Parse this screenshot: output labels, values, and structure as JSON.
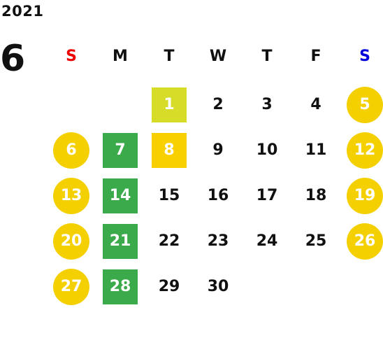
{
  "year": "2021",
  "month": "6",
  "colors": {
    "sunday_header": "#ee0000",
    "saturday_header": "#0000dd",
    "weekday_header": "#111111",
    "weekend_circle": "#f5d000",
    "green_square": "#3aaa4a",
    "lime_square": "#d6dc28",
    "orange_square": "#f8d000",
    "default_text": "#111111"
  },
  "weekdays": [
    {
      "label": "S",
      "color": "#ee0000"
    },
    {
      "label": "M",
      "color": "#111111"
    },
    {
      "label": "T",
      "color": "#111111"
    },
    {
      "label": "W",
      "color": "#111111"
    },
    {
      "label": "T",
      "color": "#111111"
    },
    {
      "label": "F",
      "color": "#111111"
    },
    {
      "label": "S",
      "color": "#0000dd"
    }
  ],
  "days": [
    {
      "day": "1",
      "row": 0,
      "col": 2,
      "style": "square",
      "color": "#d6dc28"
    },
    {
      "day": "2",
      "row": 0,
      "col": 3,
      "style": "plain"
    },
    {
      "day": "3",
      "row": 0,
      "col": 4,
      "style": "plain"
    },
    {
      "day": "4",
      "row": 0,
      "col": 5,
      "style": "plain"
    },
    {
      "day": "5",
      "row": 0,
      "col": 6,
      "style": "circle",
      "color": "#f5d000"
    },
    {
      "day": "6",
      "row": 1,
      "col": 0,
      "style": "circle",
      "color": "#f5d000"
    },
    {
      "day": "7",
      "row": 1,
      "col": 1,
      "style": "square",
      "color": "#3aaa4a"
    },
    {
      "day": "8",
      "row": 1,
      "col": 2,
      "style": "square",
      "color": "#f8d000"
    },
    {
      "day": "9",
      "row": 1,
      "col": 3,
      "style": "plain"
    },
    {
      "day": "10",
      "row": 1,
      "col": 4,
      "style": "plain"
    },
    {
      "day": "11",
      "row": 1,
      "col": 5,
      "style": "plain"
    },
    {
      "day": "12",
      "row": 1,
      "col": 6,
      "style": "circle",
      "color": "#f5d000"
    },
    {
      "day": "13",
      "row": 2,
      "col": 0,
      "style": "circle",
      "color": "#f5d000"
    },
    {
      "day": "14",
      "row": 2,
      "col": 1,
      "style": "square",
      "color": "#3aaa4a"
    },
    {
      "day": "15",
      "row": 2,
      "col": 2,
      "style": "plain"
    },
    {
      "day": "16",
      "row": 2,
      "col": 3,
      "style": "plain"
    },
    {
      "day": "17",
      "row": 2,
      "col": 4,
      "style": "plain"
    },
    {
      "day": "18",
      "row": 2,
      "col": 5,
      "style": "plain"
    },
    {
      "day": "19",
      "row": 2,
      "col": 6,
      "style": "circle",
      "color": "#f5d000"
    },
    {
      "day": "20",
      "row": 3,
      "col": 0,
      "style": "circle",
      "color": "#f5d000"
    },
    {
      "day": "21",
      "row": 3,
      "col": 1,
      "style": "square",
      "color": "#3aaa4a"
    },
    {
      "day": "22",
      "row": 3,
      "col": 2,
      "style": "plain"
    },
    {
      "day": "23",
      "row": 3,
      "col": 3,
      "style": "plain"
    },
    {
      "day": "24",
      "row": 3,
      "col": 4,
      "style": "plain"
    },
    {
      "day": "25",
      "row": 3,
      "col": 5,
      "style": "plain"
    },
    {
      "day": "26",
      "row": 3,
      "col": 6,
      "style": "circle",
      "color": "#f5d000"
    },
    {
      "day": "27",
      "row": 4,
      "col": 0,
      "style": "circle",
      "color": "#f5d000"
    },
    {
      "day": "28",
      "row": 4,
      "col": 1,
      "style": "square",
      "color": "#3aaa4a"
    },
    {
      "day": "29",
      "row": 4,
      "col": 2,
      "style": "plain"
    },
    {
      "day": "30",
      "row": 4,
      "col": 3,
      "style": "plain"
    }
  ]
}
